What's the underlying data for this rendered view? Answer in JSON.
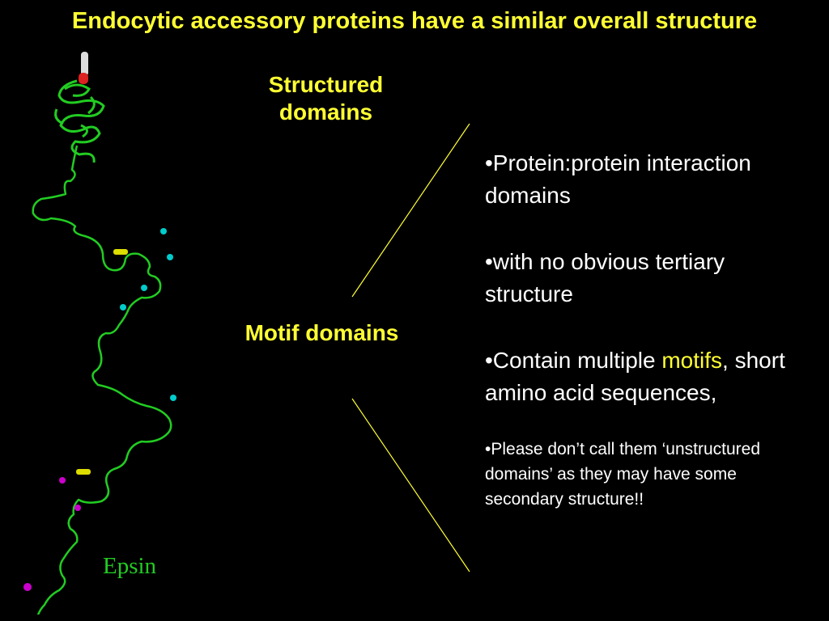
{
  "slide": {
    "title": "Endocytic accessory proteins have a similar overall structure",
    "structured_label": "Structured domains",
    "motif_label": "Motif domains",
    "bullets": {
      "b1": "•Protein:protein interaction domains",
      "b2": "•with no obvious tertiary structure",
      "b3_prefix": "•Contain multiple ",
      "b3_highlight": "motifs",
      "b3_suffix": ", short amino acid sequences,",
      "b4": "•Please don’t call them ‘unstructured domains’ as they may have some secondary structure!!"
    },
    "protein_label": "Epsin"
  },
  "colors": {
    "background": "#000000",
    "accent_yellow": "#ffff33",
    "text_white": "#ffffff",
    "protein_green": "#22cc22",
    "motif_cyan": "#00cccc",
    "motif_magenta": "#cc00cc",
    "helix_red": "#dd2222"
  }
}
